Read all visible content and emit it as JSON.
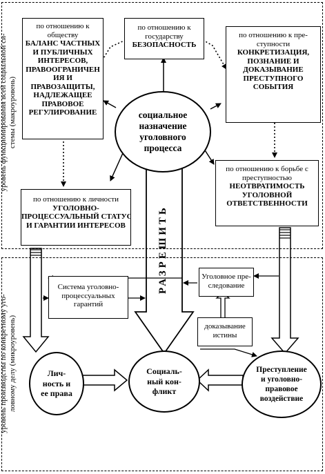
{
  "bands": {
    "macro_label": [
      "уровень функционирования всей социальной си-",
      "стемы (макроуровень)"
    ],
    "micro_label": [
      "уровень производства по конкретному уго-",
      "ловному делу (микроуровень)"
    ]
  },
  "center": {
    "lines": [
      "социальное",
      "назначение",
      "уголовного",
      "процесса"
    ]
  },
  "boxes": {
    "society": [
      "по отношению к",
      "обществу",
      "БАЛАНС ЧАСТНЫХ",
      "И ПУБЛИЧНЫХ",
      "ИНТЕРЕСОВ,",
      "ПРАВООГРАНИЧЕН",
      "ИЯ И",
      "ПРАВОЗАЩИТЫ,",
      "НАДЛЕЖАЩЕЕ",
      "ПРАВОВОЕ",
      "РЕГУЛИРОВАНИЕ"
    ],
    "state": [
      "по отношению к",
      "государству",
      "БЕЗОПАСНОСТЬ"
    ],
    "crime": [
      "по отношению к пре-",
      "ступности",
      "КОНКРЕТИЗАЦИЯ,",
      "ПОЗНАНИЕ И",
      "ДОКАЗЫВАНИЕ",
      "ПРЕСТУПНОГО",
      "СОБЫТИЯ"
    ],
    "fight": [
      "по отношению к борьбе с",
      "преступностью",
      "НЕОТВРАТИМОСТЬ",
      "УГОЛОВНОЙ",
      "ОТВЕТСТВЕННОСТИ"
    ],
    "person": [
      "по отношению к личности",
      "УГОЛОВНО-",
      "ПРОЦЕССУАЛЬНЫЙ СТАТУС",
      "И ГАРАНТИИ ИНТЕРЕСОВ"
    ],
    "guarantees": [
      "Система уголовно-",
      "процессуальных",
      "гарантий"
    ],
    "prosecution": [
      "Уголовное пре-",
      "следование"
    ],
    "proof": [
      "доказывание",
      "истины"
    ]
  },
  "ellipses": {
    "personality": [
      "Лич-",
      "ность и",
      "ее права"
    ],
    "conflict": [
      "Социаль-",
      "ный кон-",
      "фликт"
    ],
    "offense": [
      "Преступление",
      "и уголовно-",
      "правовое",
      "воздействие"
    ]
  },
  "resolve_label": "РАЗРЕШИТЬ"
}
